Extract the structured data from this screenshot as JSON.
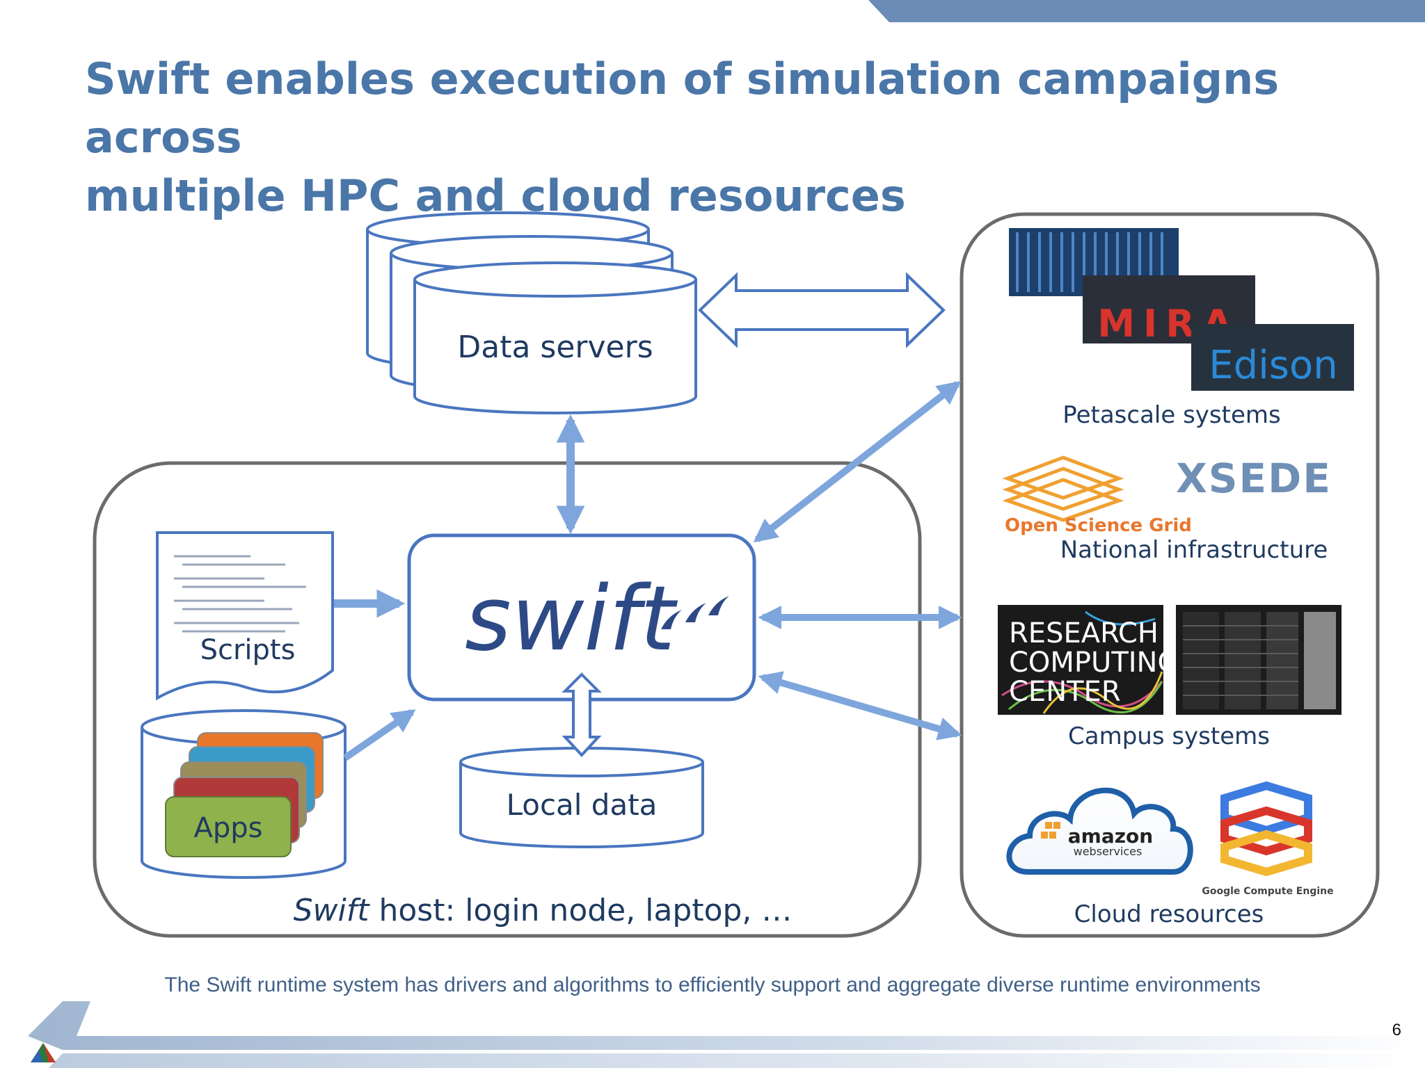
{
  "title": {
    "line1": "Swift enables execution of simulation campaigns across",
    "line2": "multiple HPC and cloud resources"
  },
  "data_servers": {
    "label": "Data servers"
  },
  "swift_host": {
    "swift_logo": "swift",
    "scripts_label": "Scripts",
    "apps_label": "Apps",
    "local_data_label": "Local data",
    "host_label_italic": "Swift",
    "host_label_rest": " host: login node, laptop, …"
  },
  "resources": {
    "petascale": {
      "label": "Petascale systems",
      "mira_text": "MIRA",
      "edison_text": "Edison"
    },
    "national": {
      "label": "National infrastructure",
      "osg_text": "Open Science Grid",
      "xsede_text": "XSEDE"
    },
    "campus": {
      "label": "Campus systems",
      "rcc_line1": "RESEARCH",
      "rcc_line2": "COMPUTING",
      "rcc_line3": "CENTER"
    },
    "cloud": {
      "label": "Cloud resources",
      "aws_line1": "amazon",
      "aws_line2": "webservices",
      "gce_text": "Google Compute Engine"
    }
  },
  "caption": "The Swift runtime system has drivers and algorithms to efficiently support and aggregate diverse runtime environments",
  "page_number": "6",
  "colors": {
    "title": "#4a76a8",
    "shape_stroke": "#4a76c0",
    "arrow": "#7ea6dc",
    "text_dark": "#1f3a60",
    "box_border": "#6b6b6b"
  }
}
